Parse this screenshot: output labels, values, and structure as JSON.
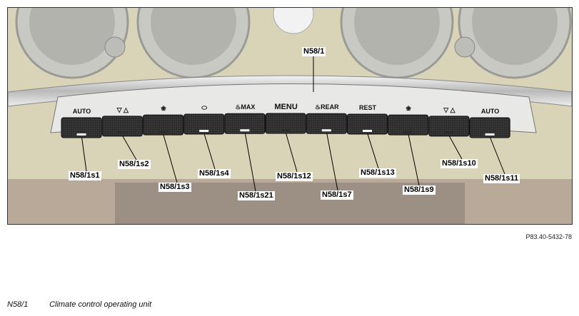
{
  "figure": {
    "main_label": "N58/1",
    "button_labels": [
      "AUTO",
      "",
      "",
      "",
      "MAX",
      "MENU",
      "REAR",
      "REST",
      "",
      "",
      "AUTO"
    ],
    "callouts": [
      "N58/1s1",
      "N58/1s2",
      "N58/1s3",
      "N58/1s4",
      "N58/1s21",
      "N58/1s12",
      "N58/1s7",
      "N58/1s13",
      "N58/1s9",
      "N58/1s10",
      "N58/1s11"
    ]
  },
  "reference_code": "P83.40-5432-78",
  "legend": [
    {
      "code": "N58/1",
      "description": "Climate control operating unit"
    }
  ]
}
